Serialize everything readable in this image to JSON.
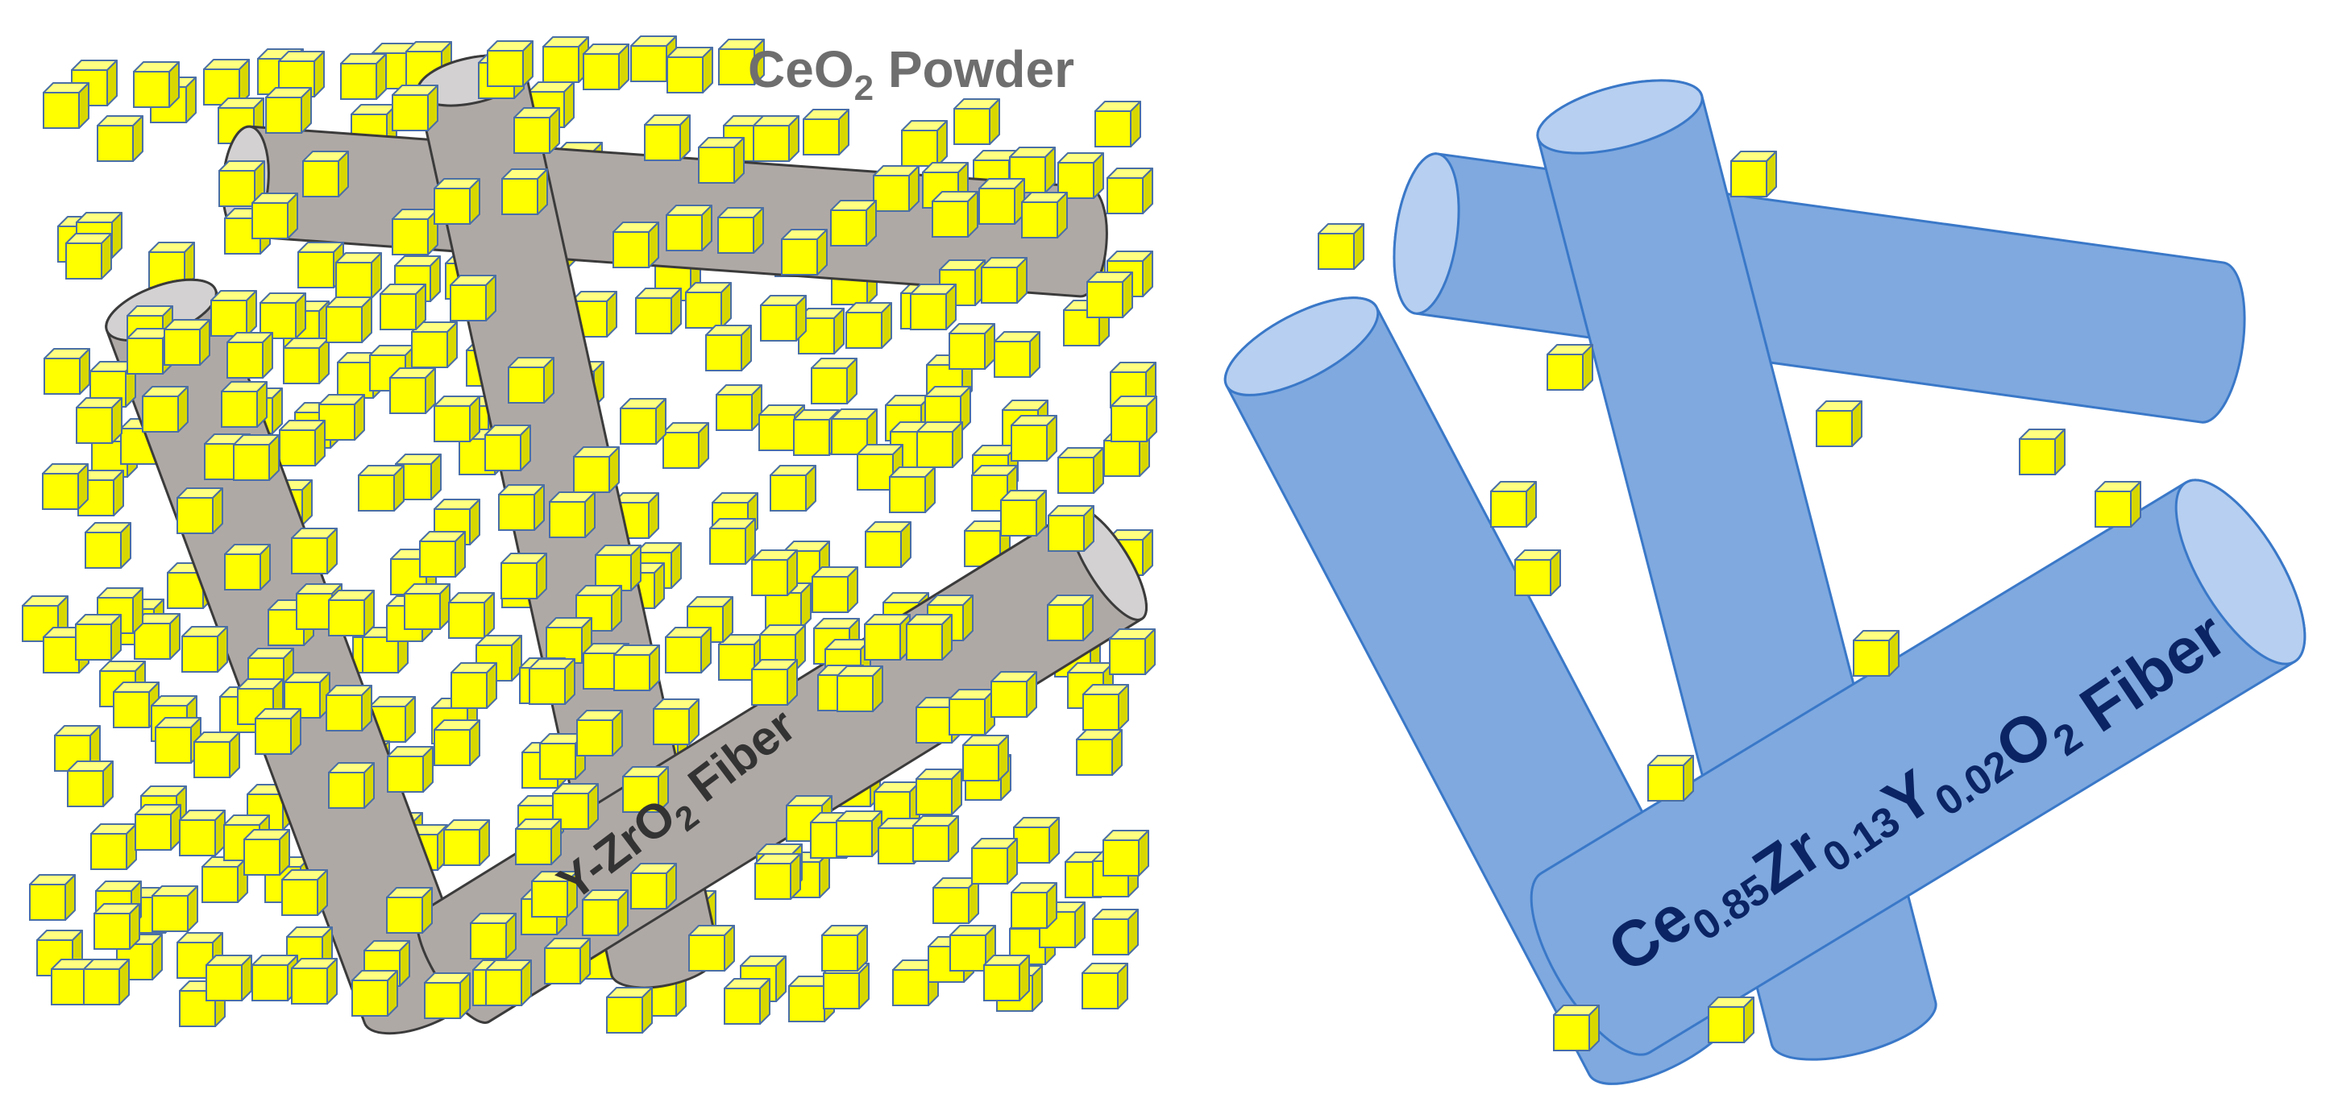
{
  "colors": {
    "background": "#ffffff",
    "zro2_fiber": "#afa9a6",
    "zro2_fiber_cap": "#d3d1d1",
    "zro2_outline": "#3b3b3b",
    "ceo2_cube_front": "#ffff00",
    "ceo2_cube_top": "#ffff80",
    "ceo2_cube_side": "#d8d800",
    "ceo2_cube_edge": "#4a6fa5",
    "cezry_fiber": "#7fa9df",
    "cezry_fiber_cap": "#b7cff0",
    "cezry_outline": "#3a78c8",
    "label_gray": "#6e6e6e",
    "label_dark": "#333333",
    "label_navy": "#0b2463"
  },
  "left_panel": {
    "powder_label": {
      "prefix": "CeO",
      "sub": "2",
      "suffix": " Powder"
    },
    "fiber_label": {
      "prefix": "Y-ZrO",
      "sub": "2",
      "suffix": " Fiber"
    }
  },
  "right_panel": {
    "fiber_label": {
      "parts": [
        {
          "text": "Ce",
          "sub": "0.85"
        },
        {
          "text": "Zr",
          "sub": "0.13"
        },
        {
          "text": "Y",
          "sub": "0.02"
        },
        {
          "text": "O",
          "sub": "2"
        },
        {
          "text": " Fiber",
          "sub": ""
        }
      ]
    }
  }
}
